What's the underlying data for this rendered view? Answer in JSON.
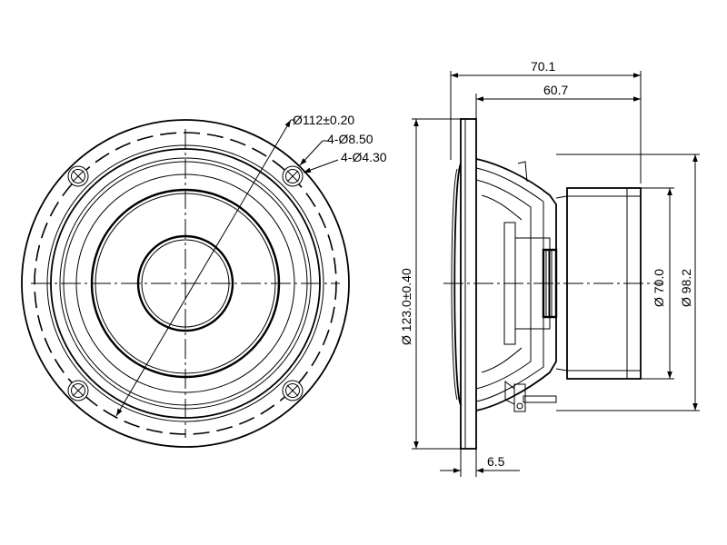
{
  "dimensions": {
    "outer_diameter": "Ø112",
    "outer_diameter_tol": "±0.20",
    "mount_hole_large": "4-Ø8.50",
    "mount_hole_small": "4-Ø4.30",
    "total_depth": "70.1",
    "body_depth": "60.7",
    "flange_diameter": "Ø 123.0",
    "flange_diameter_tol": "±0.40",
    "magnet_diameter": "Ø 70.0",
    "basket_diameter": "Ø 98.2",
    "flange_thickness": "6.5"
  }
}
